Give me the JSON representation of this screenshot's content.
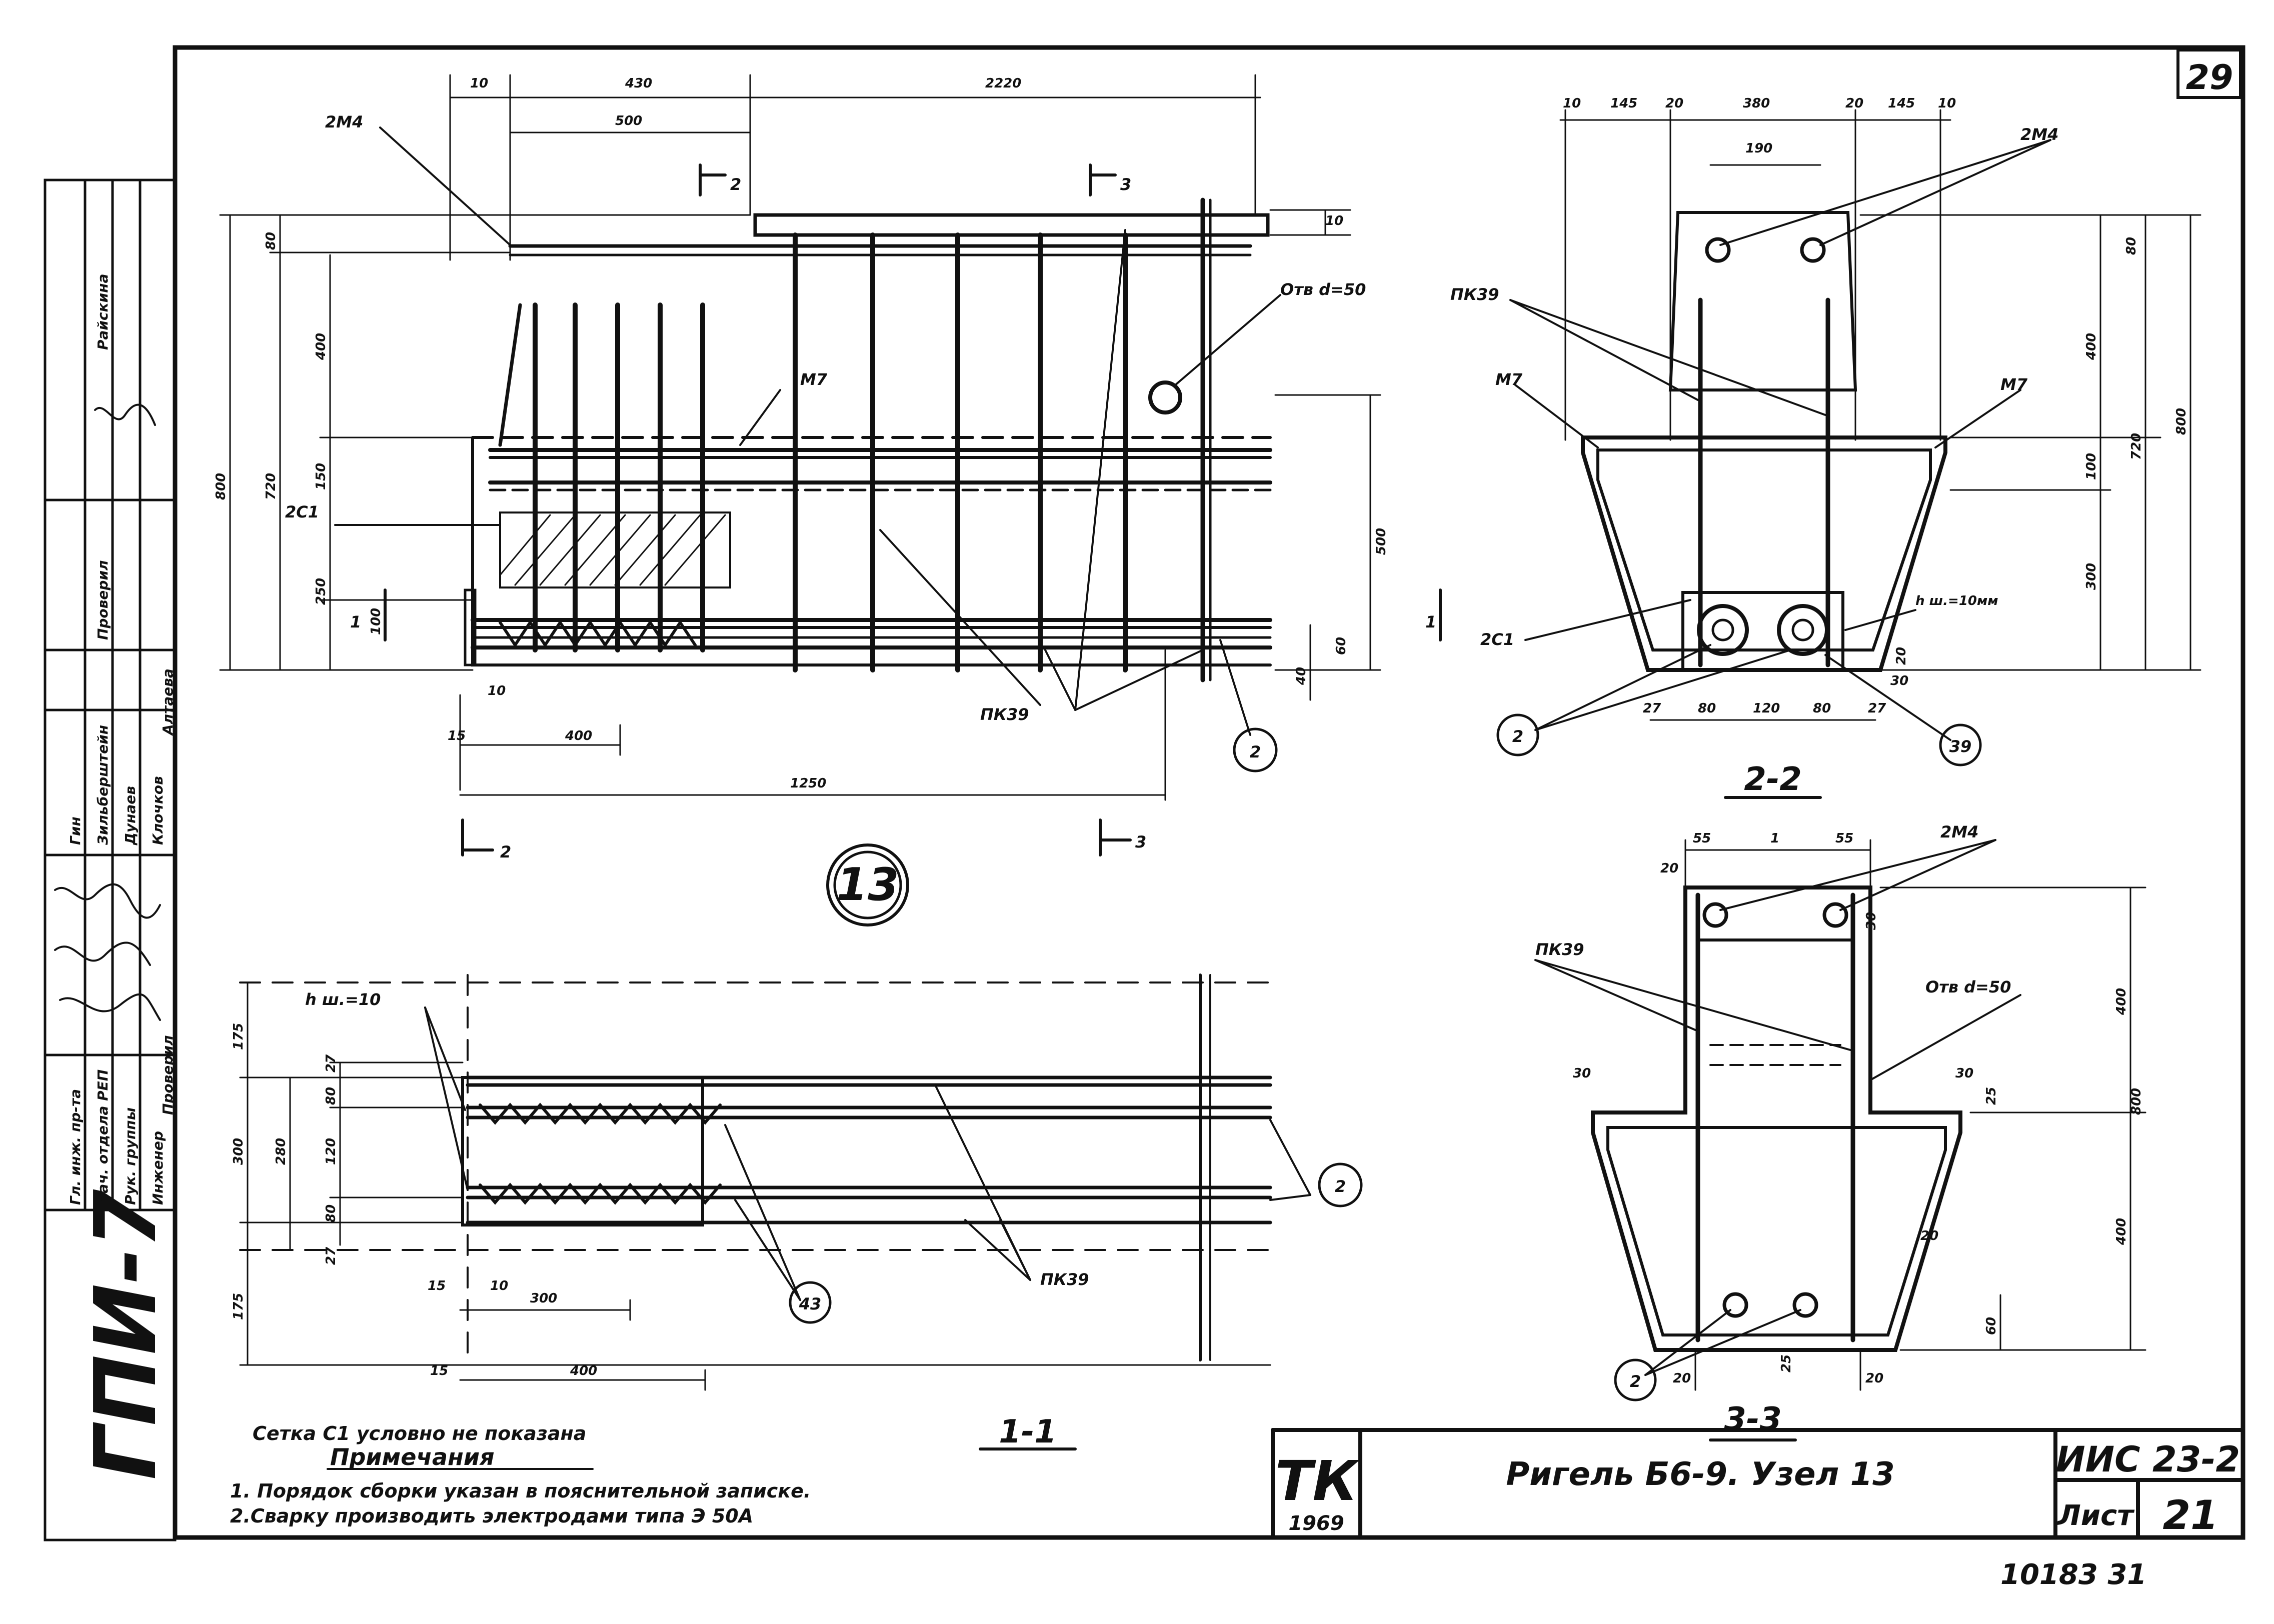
{
  "sheet": {
    "corner_number": "29",
    "series_code": "ИИС 23-2",
    "sheet_label": "Лист",
    "sheet_number": "21",
    "inventory": "10183   31"
  },
  "title_block": {
    "tk_logo": "ТК",
    "tk_year": "1969",
    "title": "Ригель Б6-9. Узел 13"
  },
  "side_stamp": {
    "org": "ГПИ-7",
    "roles": [
      "Гл. инж. пр-та",
      "Нач. отдела РЕП",
      "Рук. группы",
      "Инженер",
      "Проверил"
    ],
    "names": [
      "Гин",
      "Зильберштейн",
      "Дунаев",
      "Клочков",
      "Алтаева"
    ],
    "reviewer_role": "Проверил",
    "reviewer_name": "Райскина"
  },
  "views": {
    "node_label": "13",
    "section_1_1": "1-1",
    "section_2_2": "2-2",
    "section_3_3": "3-3",
    "cut_2": "2",
    "cut_3": "3",
    "cut_1": "1"
  },
  "labels": {
    "m4_2": "2М4",
    "pk39": "ПК39",
    "m7": "М7",
    "c1_2": "2С1",
    "hole": "Отв d=50",
    "weld_h": "h ш.=10",
    "weld_h_mm": "h ш.=10мм",
    "balloon_2": "2",
    "balloon_39": "39",
    "balloon_43": "43"
  },
  "dims_front": {
    "d10": "10",
    "d430": "430",
    "d2220": "2220",
    "d500": "500",
    "d80": "80",
    "d400": "400",
    "d150": "150",
    "d250": "250",
    "d100": "100",
    "d800": "800",
    "d720": "720",
    "d500v": "500",
    "d60": "60",
    "d40": "40",
    "d15": "15",
    "d400b": "400",
    "d1250": "1250",
    "d10b": "10"
  },
  "dims_section22": {
    "top": [
      "10",
      "145",
      "20",
      "380",
      "20",
      "145",
      "10"
    ],
    "bolt": "190",
    "right": [
      "80",
      "400",
      "100",
      "300",
      "800",
      "720"
    ],
    "bottom": [
      "27",
      "80",
      "120",
      "80",
      "27"
    ],
    "side": [
      "30",
      "20"
    ]
  },
  "dims_section33": {
    "top": [
      "55",
      "1",
      "55"
    ],
    "left": [
      "20",
      "30"
    ],
    "right": [
      "400",
      "800",
      "400",
      "60"
    ],
    "small": [
      "30",
      "30",
      "25",
      "20",
      "20",
      "20",
      "25"
    ]
  },
  "dims_section11": {
    "left": [
      "175",
      "27",
      "300",
      "280",
      "80",
      "120",
      "80",
      "27",
      "175"
    ],
    "bottom": [
      "15",
      "10",
      "300",
      "15",
      "400"
    ]
  },
  "notes": {
    "mesh": "Сетка  С1       условно  не показана",
    "heading": "Примечания",
    "n1": "1. Порядок  сборки  указан в пояснительной  записке.",
    "n2": "2.Сварку  производить  электродами  типа  Э 50А"
  }
}
